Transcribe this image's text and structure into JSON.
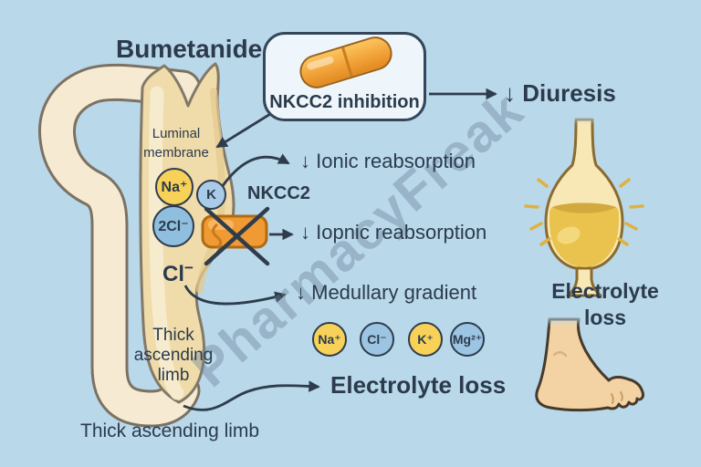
{
  "title": "Bumetanide",
  "watermark": "PharmacyFreak",
  "drug_box": {
    "label": "NKCC2 inhibition"
  },
  "membrane_label": {
    "line1": "Luminal",
    "line2": "membrane"
  },
  "transporter": {
    "label": "NKCC2"
  },
  "tubule_ions": {
    "na": "Na⁺",
    "k": "K",
    "cl2": "2Cl⁻",
    "cl": {
      "base": "Cl",
      "charge": "−"
    }
  },
  "effects": {
    "diuresis": "↓ Diuresis",
    "ionic_reabsorption_1": "↓ Ionic reabsorption",
    "ionic_reabsorption_2": "↓ Iopnic reabsorption",
    "medullary_gradient": "↓ Medullary gradient",
    "electrolyte_loss": "Electrolyte loss"
  },
  "electrolyte_ions": [
    "Na⁺",
    "Cl⁻",
    "K⁺",
    "Mg²⁺"
  ],
  "labels": {
    "thick_inner": [
      "Thick",
      "ascending",
      "limb"
    ],
    "thick_bottom": "Thick ascending limb",
    "electrolyte_right": [
      "Electrolyte",
      "loss"
    ]
  },
  "colors": {
    "background": "#b9d8ea",
    "text": "#2b3b4c",
    "ion_yellow": "#f8d158",
    "ion_blue": "#9cc4e3",
    "transporter_orange": "#ef9a33",
    "tube_cream": "#f6ebd2",
    "limb_fill": "#f0dcaa",
    "capsule_orange": "#f1a238",
    "flask_liquid": "#eac24e",
    "skin": "#f3d3a4",
    "watermark_gray": "#6e8298"
  }
}
